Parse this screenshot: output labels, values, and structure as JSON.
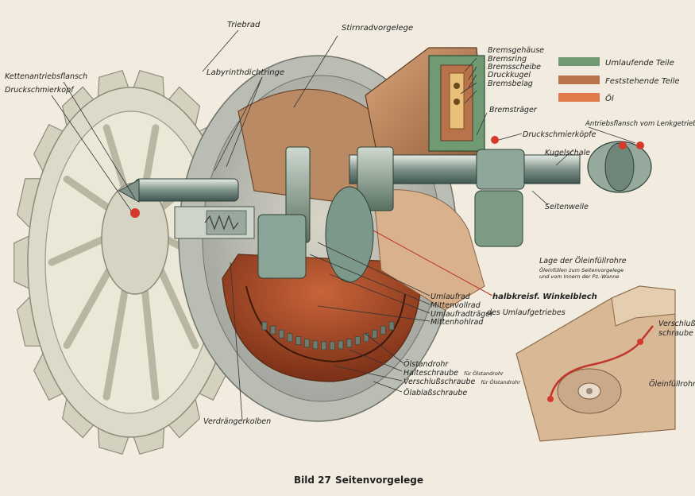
{
  "caption": {
    "number": "Bild 27",
    "title": "Seitenvorgelege"
  },
  "legend": {
    "items": [
      {
        "label": "Umlaufende Teile",
        "color": "#6f9a74"
      },
      {
        "label": "Feststehende Teile",
        "color": "#b9734a"
      },
      {
        "label": "Öl",
        "color": "#e07a48"
      }
    ]
  },
  "labels": {
    "triebrad": "Triebrad",
    "stirnradvorgelege": "Stirnradvorgelege",
    "labyrinthdichtringe": "Labyrinthdichtringe",
    "kettenantriebsflansch": "Kettenantriebsflansch",
    "druckschmierkopf": "Druckschmierkopf",
    "bremsgehaeuse": "Bremsgehäuse",
    "bremsring": "Bremsring",
    "bremsscheibe": "Bremsscheibe",
    "druckkugel": "Druckkugel",
    "bremsbelag": "Bremsbelag",
    "bremstraeger": "Bremsträger",
    "druckschmierkoepfe": "Druckschmierköpfe",
    "antriebsflansch": "Antriebsflansch vom Lenkgetriebe",
    "kugelschale": "Kugelschale",
    "seitenwelle": "Seitenwelle",
    "winkelblech": "halbkreisf. Winkelblech",
    "des_umlaufgetriebes": "des Umlaufgetriebes",
    "umlaufrad": "Umlaufrad",
    "mittenvollrad": "Mittenvollrad",
    "umlaufradtraeger": "Umlaufradträger",
    "mittenhohlrad": "Mittenhohlrad",
    "oelstandrohr": "Ölstandrohr",
    "halteschraube": "Halteschraube",
    "halteschraube_small": "für Ölstandrohr",
    "verschlussschraube": "Verschlußschraube",
    "verschlussschraube_small": "für Ölstandrohr",
    "oelablassschraube": "Ölablaßschraube",
    "verdraengerkolben": "Verdrängerkolben"
  },
  "inset": {
    "title": "Lage der Öleinfüllrohre",
    "subtitle_line1": "Öleinfüllen zum Seitenvorgelege",
    "subtitle_line2": "und vom Innern der Pz.-Wanne",
    "verschluss_line1": "Verschluß",
    "verschluss_line2": "schraube",
    "oeleinfuellrohr": "Öleinfüllrohr"
  }
}
